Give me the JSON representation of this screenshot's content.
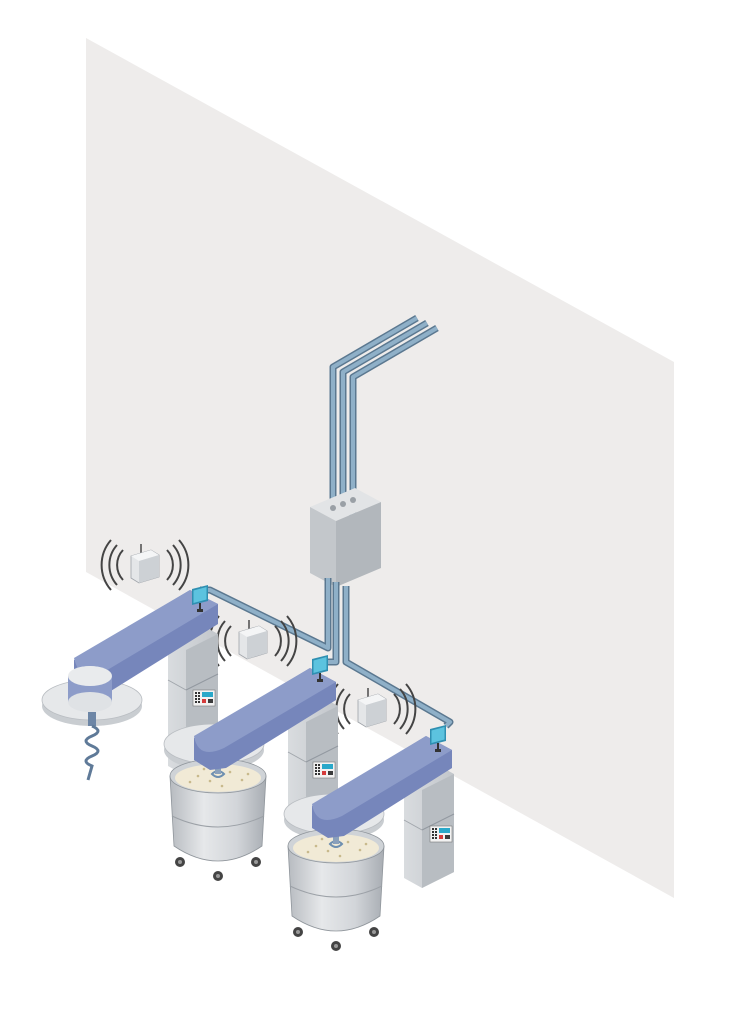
{
  "colors": {
    "background": "#ffffff",
    "wall": "#eeeceb",
    "pipe_fill": "#8aa6bd",
    "pipe_edge": "#5b7890",
    "arm_top": "#8d9cc9",
    "arm_side": "#6f80b3",
    "arm_face": "#7889bd",
    "metal_light": "#e3e5e7",
    "metal_mid": "#c8ccd0",
    "metal_dark": "#a9aeb4",
    "tub_fill": "#f3eddb",
    "screen": "#4fb6d6",
    "junction_box": "#c9cdd1"
  },
  "icons": [
    "wireless-router-icon",
    "wifi-signal-icon",
    "monitor-icon",
    "control-panel-icon",
    "mixing-hook-icon",
    "caster-wheel-icon"
  ],
  "diagram": {
    "machine_count": 3,
    "router_count": 3,
    "pipe_count": 3
  }
}
